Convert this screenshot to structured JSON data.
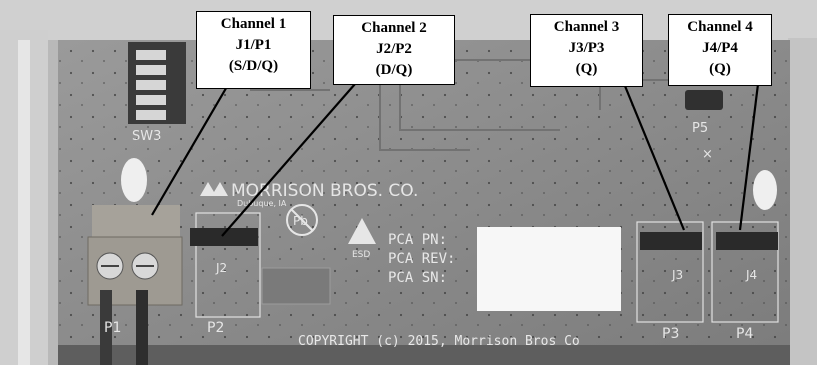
{
  "callouts": [
    {
      "title": "Channel 1",
      "jack": "J1/P1",
      "mode": "(S/D/Q)"
    },
    {
      "title": "Channel 2",
      "jack": "J2/P2",
      "mode": "(D/Q)"
    },
    {
      "title": "Channel 3",
      "jack": "J3/P3",
      "mode": "(Q)"
    },
    {
      "title": "Channel 4",
      "jack": "J4/P4",
      "mode": "(Q)"
    }
  ],
  "board": {
    "switch_label": "SW3",
    "p5_label": "P5",
    "brand": "MORRISON BROS. CO.",
    "city": "Dubuque, IA",
    "esd": "ESD",
    "pca_pn": "PCA PN:",
    "pca_rev": "PCA REV:",
    "pca_sn": "PCA SN:",
    "j2": "J2",
    "j3": "J3",
    "j4": "J4",
    "p1": "P1",
    "p2": "P2",
    "p3": "P3",
    "p4": "P4",
    "copyright": "COPYRIGHT (c) 2015, Morrison Bros Co"
  },
  "colors": {
    "board": "#8a8a8a",
    "board_dark": "#6f6f6f",
    "silkscreen": "#e8e8e8",
    "connector": "#2a2a2a",
    "terminal_block": "#9e9a92"
  }
}
